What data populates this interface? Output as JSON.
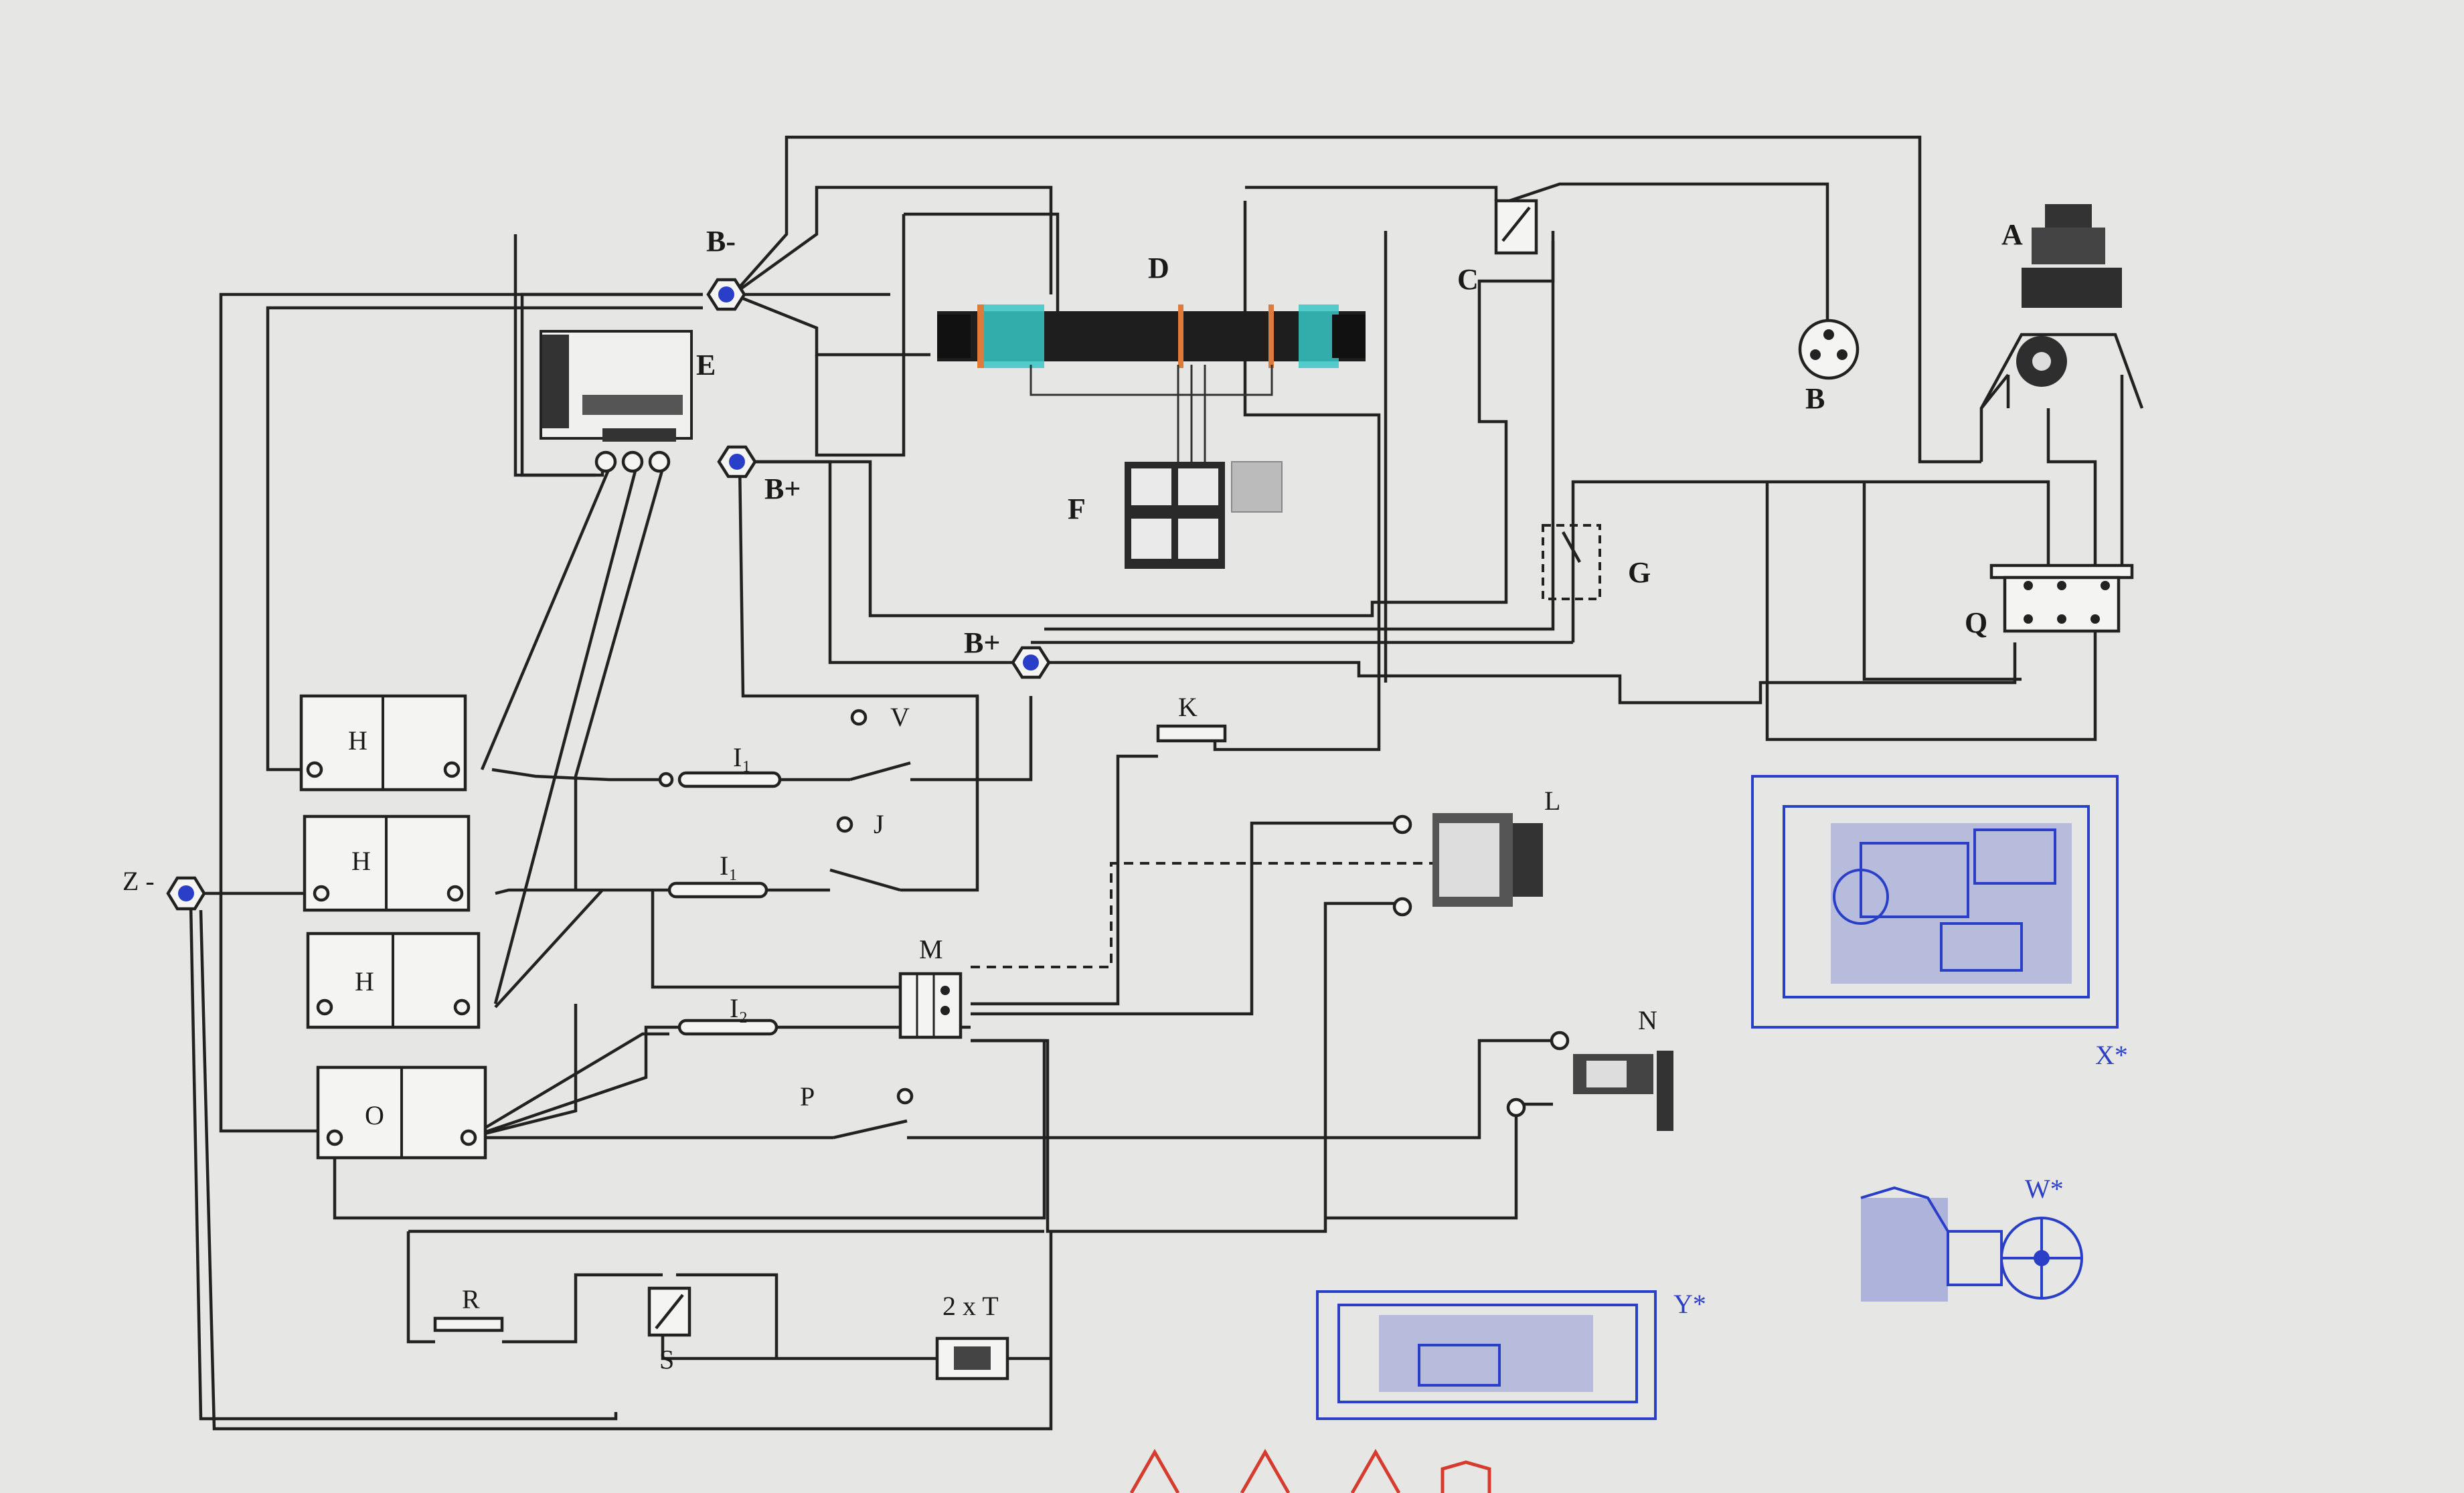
{
  "diagram": {
    "labels": {
      "A": "A",
      "B": "B",
      "B_minus": "B-",
      "B_plus_1": "B+",
      "B_plus_2": "B+",
      "C": "C",
      "D": "D",
      "E": "E",
      "F": "F",
      "G": "G",
      "H1": "H",
      "H2": "H",
      "H3": "H",
      "O": "O",
      "I1a": "I₁",
      "I1b": "I₁",
      "I2": "I₂",
      "J": "J",
      "K": "K",
      "L": "L",
      "M": "M",
      "N": "N",
      "P": "P",
      "Q": "Q",
      "R": "R",
      "S": "S",
      "T": "2 x T",
      "V": "V",
      "Z_minus": "Z -",
      "W": "W*",
      "X": "X*",
      "Y": "Y*"
    },
    "colors": {
      "background": "#e6e6e4",
      "wire": "#222222",
      "accent_blue": "#2a3fc8",
      "accent_red": "#d63c2e",
      "cyan": "#37c6c6",
      "orange": "#e07a3a"
    },
    "icons": [
      "terminal-hex-icon",
      "battery-icon",
      "switch-icon",
      "fuse-icon",
      "relay-icon",
      "motor-icon",
      "alternator-icon",
      "starter-icon",
      "windlass-icon"
    ]
  }
}
